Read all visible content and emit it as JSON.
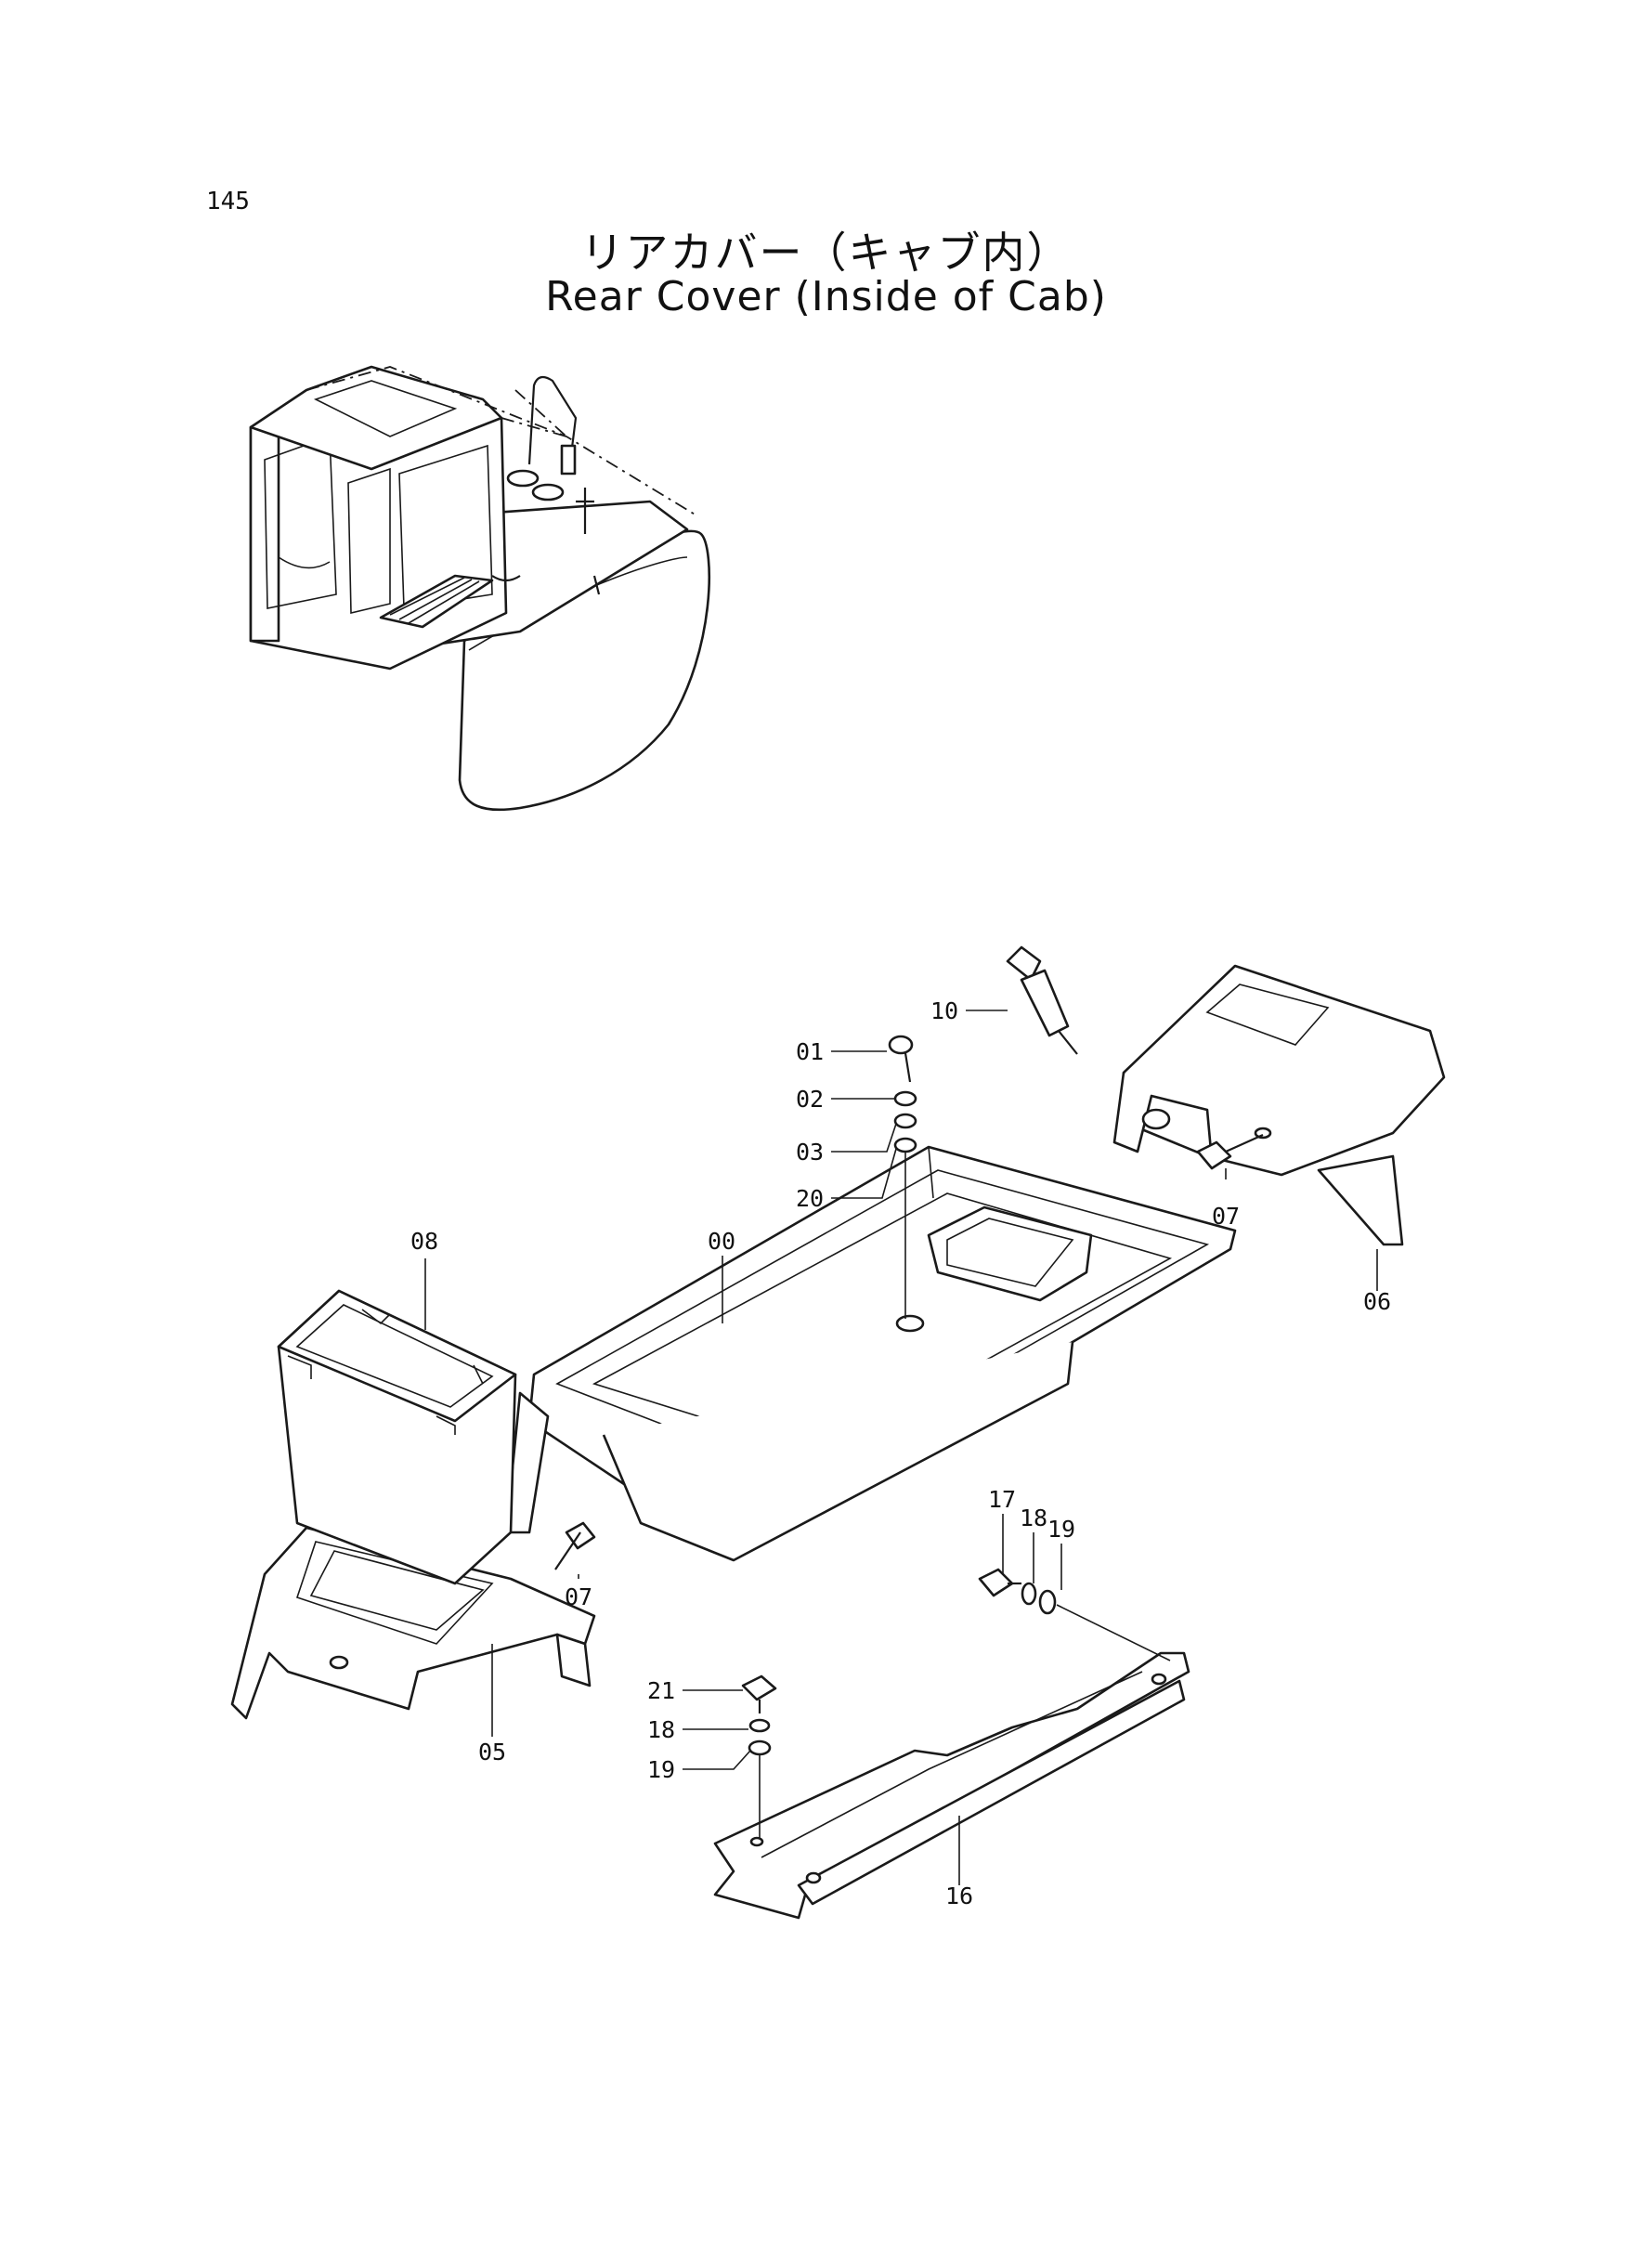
{
  "page_number": "145",
  "title_jp": "リアカバー（キャブ内）",
  "title_en": "Rear Cover (Inside of Cab)",
  "callouts": [
    {
      "id": "c10",
      "text": "10"
    },
    {
      "id": "c01",
      "text": "01"
    },
    {
      "id": "c02",
      "text": "02"
    },
    {
      "id": "c03",
      "text": "03"
    },
    {
      "id": "c20",
      "text": "20"
    },
    {
      "id": "c07a",
      "text": "07"
    },
    {
      "id": "c06",
      "text": "06"
    },
    {
      "id": "c08",
      "text": "08"
    },
    {
      "id": "c00",
      "text": "00"
    },
    {
      "id": "c07b",
      "text": "07"
    },
    {
      "id": "c05",
      "text": "05"
    },
    {
      "id": "c17",
      "text": "17"
    },
    {
      "id": "c18a",
      "text": "18"
    },
    {
      "id": "c19a",
      "text": "19"
    },
    {
      "id": "c21",
      "text": "21"
    },
    {
      "id": "c18b",
      "text": "18"
    },
    {
      "id": "c19b",
      "text": "19"
    },
    {
      "id": "c16",
      "text": "16"
    }
  ]
}
